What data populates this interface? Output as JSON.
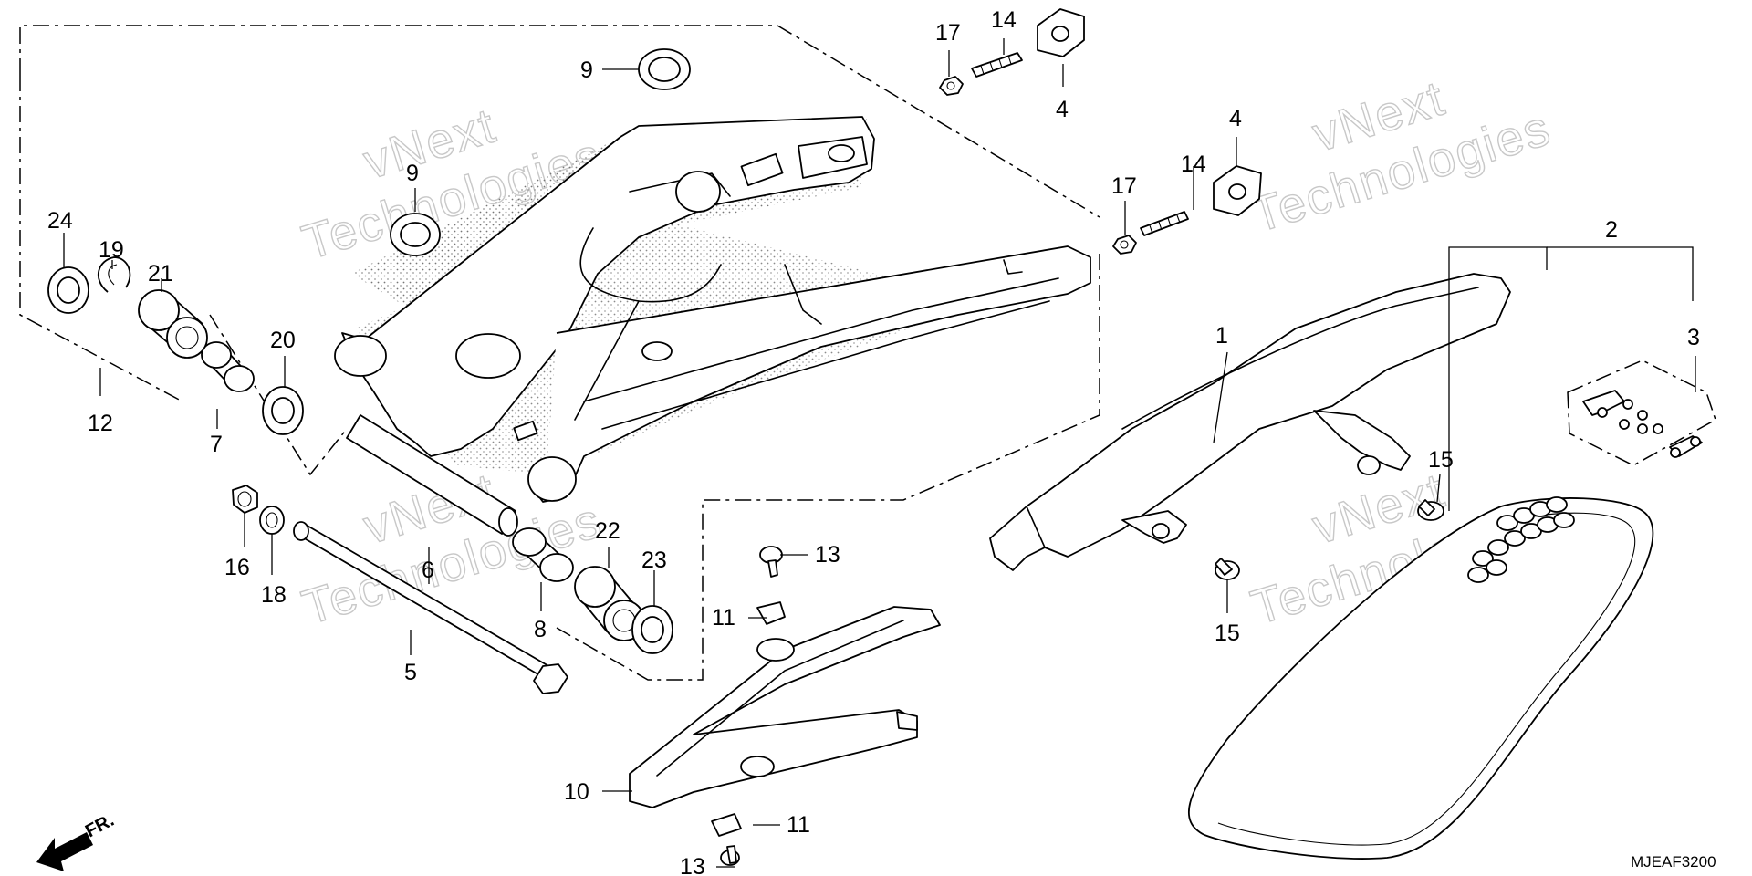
{
  "watermark": {
    "line1": "vNext",
    "line2": "Technologies"
  },
  "diagram_code": "MJEAF3200",
  "direction_marker": "FR.",
  "callouts": {
    "c1": "1",
    "c2": "2",
    "c3": "3",
    "c4a": "4",
    "c4b": "4",
    "c5": "5",
    "c6": "6",
    "c7": "7",
    "c8": "8",
    "c9a": "9",
    "c9b": "9",
    "c10": "10",
    "c11a": "11",
    "c11b": "11",
    "c12": "12",
    "c13a": "13",
    "c13b": "13",
    "c14a": "14",
    "c14b": "14",
    "c15a": "15",
    "c15b": "15",
    "c16": "16",
    "c17a": "17",
    "c17b": "17",
    "c18": "18",
    "c19": "19",
    "c20": "20",
    "c21": "21",
    "c22": "22",
    "c23": "23",
    "c24": "24"
  },
  "icons": {
    "direction": "fr-arrow-icon"
  }
}
